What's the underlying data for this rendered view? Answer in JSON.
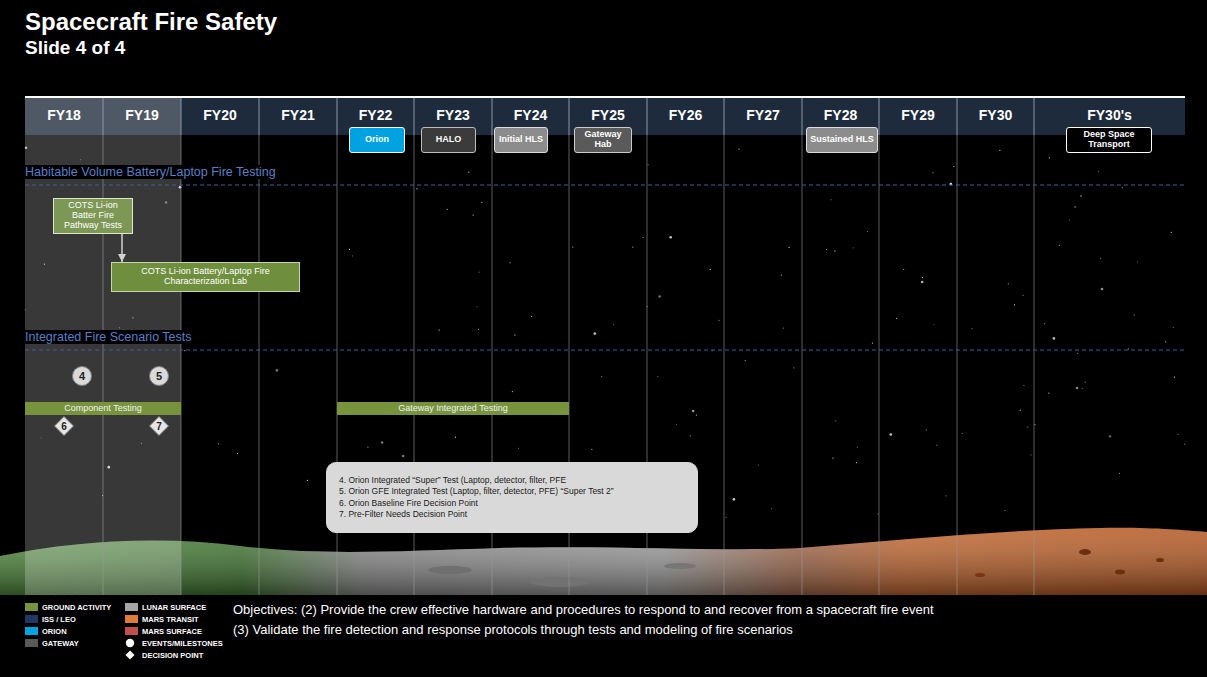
{
  "diagram": {
    "title": "Spacecraft Fire Safety",
    "nodes": [
      {
        "text": [
          "Orion"
        ]
      },
      {
        "text": [
          "HALO"
        ]
      },
      {
        "text": [
          "Initial HLS"
        ]
      },
      {
        "text": [
          "Gateway Hab"
        ]
      },
      {
        "text": [
          "Sustained HLS"
        ]
      },
      {
        "text": [
          "Deep Space Transport"
        ]
      },
      {
        "text": [
          "COTS Li-ion Batter Fire Pathway Tests"
        ]
      },
      {
        "text": [
          "COTS Li-ion Battery/Laptop Fire Characterization Lab"
        ]
      },
      {
        "text": [
          "4"
        ]
      },
      {
        "text": [
          "5"
        ]
      },
      {
        "text": [
          "Component Testing"
        ]
      },
      {
        "text": [
          "6"
        ]
      },
      {
        "text": [
          "7"
        ]
      },
      {
        "text": [
          "Gateway Integrated Testing"
        ]
      },
      {
        "text": [
          "4. Orion Integrated “Super” Test (Laptop, detector, filter, PFE",
          "5. Orion GFE Integrated Test (Laptop, filter, detector, PFE) “Super Test 2”",
          "6. Orion Baseline Fire Decision Point",
          "7. Pre-Filter Needs Decision Point"
        ]
      }
    ],
    "edges": [
      {
        "from": 6,
        "to": 7,
        "arrow": "to"
      }
    ],
    "labels": [
      "Slide 4 of 4",
      "FY18",
      "FY19",
      "FY20",
      "FY21",
      "FY22",
      "FY23",
      "FY24",
      "FY25",
      "FY26",
      "FY27",
      "FY28",
      "FY29",
      "FY30",
      "FY30's",
      "Habitable Volume Battery/Laptop Fire Testing",
      "Integrated Fire Scenario Tests",
      "Objectives: (2) Provide the crew effective hardware and procedures to respond to and recover from a spacecraft fire event",
      "(3) Validate the fire detection and response protocols through  tests and modeling of fire scenarios"
    ],
    "legend": [
      {
        "text": "GROUND ACTIVITY",
        "color": "#77933c"
      },
      {
        "text": "ISS / LEO",
        "color": "#1f3864"
      },
      {
        "text": "ORION",
        "color": "#00a3e0"
      },
      {
        "text": "GATEWAY",
        "color": "#595959"
      },
      {
        "text": "LUNAR SURFACE",
        "color": "#a6a6a6"
      },
      {
        "text": "MARS TRANSIT",
        "color": "#e07b39"
      },
      {
        "text": "MARS SURFACE",
        "color": "#c0504d"
      },
      {
        "text": "EVENTS/MILESTONES"
      },
      {
        "text": "DECISION POINT"
      }
    ]
  }
}
